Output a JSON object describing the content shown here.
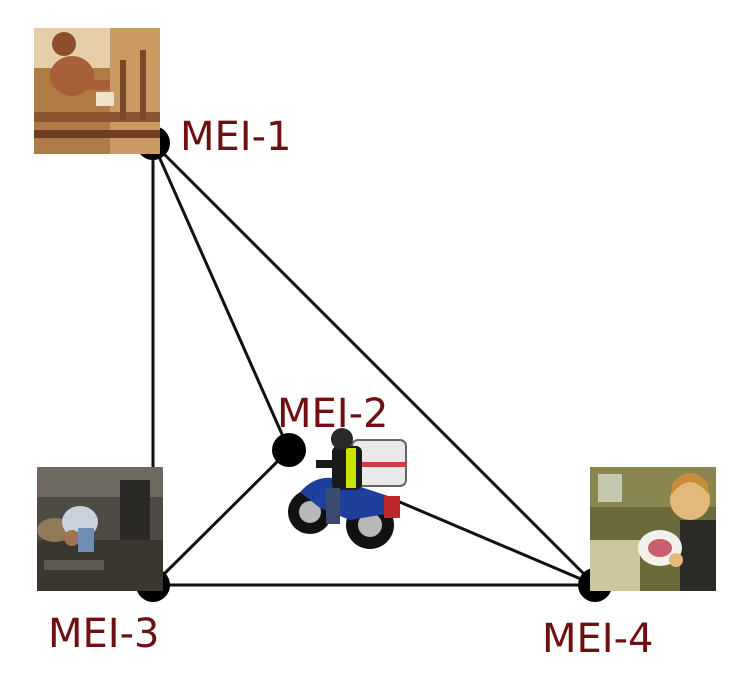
{
  "colors": {
    "background": "#ffffff",
    "edge": "#111111",
    "node": "#000000",
    "label": "#6e0f12"
  },
  "nodes": [
    {
      "id": "mei1",
      "label": "MEI-1",
      "icon": "carpenter-photo"
    },
    {
      "id": "mei2",
      "label": "MEI-2",
      "icon": "motorcycle-courier-photo"
    },
    {
      "id": "mei3",
      "label": "MEI-3",
      "icon": "digging-worker-photo"
    },
    {
      "id": "mei4",
      "label": "MEI-4",
      "icon": "artisan-painting-plate"
    }
  ],
  "edges": [
    [
      "mei1",
      "mei2"
    ],
    [
      "mei1",
      "mei3"
    ],
    [
      "mei1",
      "mei4"
    ],
    [
      "mei2",
      "mei3"
    ],
    [
      "mei2",
      "mei4"
    ],
    [
      "mei3",
      "mei4"
    ]
  ]
}
